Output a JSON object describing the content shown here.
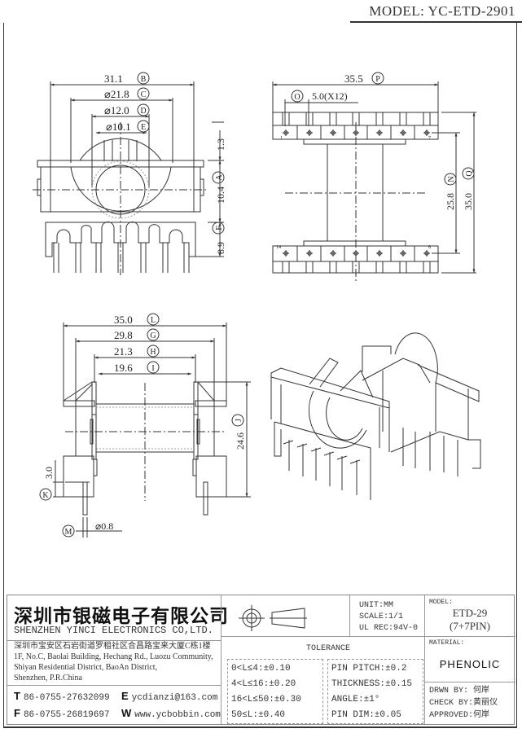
{
  "header": {
    "model_title": "MODEL: YC-ETD-2901"
  },
  "views": {
    "front": {
      "dims": [
        {
          "value": "31.1",
          "label": "B"
        },
        {
          "value": "⌀21.8",
          "label": "C"
        },
        {
          "value": "⌀12.0",
          "label": "D"
        },
        {
          "value": "⌀10.1",
          "label": "E"
        },
        {
          "value": "1.3",
          "label": ""
        },
        {
          "value": "10.4",
          "label": "A"
        },
        {
          "value": "8.9",
          "label": "F"
        }
      ]
    },
    "top": {
      "dims": [
        {
          "value": "35.5",
          "label": "P"
        },
        {
          "value": "5.0(X12)",
          "label": "O"
        },
        {
          "value": "25.8",
          "label": "N"
        },
        {
          "value": "35.0",
          "label": "Q"
        }
      ],
      "pin_numbers": {
        "top_left": "1",
        "top_right": "7",
        "bottom_left": "14",
        "bottom_right": "8"
      }
    },
    "side": {
      "dims": [
        {
          "value": "35.0",
          "label": "L"
        },
        {
          "value": "29.8",
          "label": "G"
        },
        {
          "value": "21.3",
          "label": "H"
        },
        {
          "value": "19.6",
          "label": "I"
        },
        {
          "value": "24.6",
          "label": "J"
        },
        {
          "value": "3.0",
          "label": "K"
        },
        {
          "value": "⌀0.8",
          "label": "M"
        }
      ]
    },
    "iso": {
      "name": "isometric-view"
    }
  },
  "title_block": {
    "company_cn": "深圳市银磁电子有限公司",
    "company_en": "SHENZHEN YINCI ELECTRONICS CO,LTD.",
    "address": [
      "深圳市宝安区石岩街道罗租社区合昌路宝来大厦C栋1楼",
      "1F, No.C, Baolai Building, Hechang Rd., Luozu Community,",
      "Shiyan Residential District, BaoAn District,",
      "Shenzhen, P.R.China"
    ],
    "contacts": {
      "tel_label": "T",
      "tel": "86-0755-27632099",
      "fax_label": "F",
      "fax": "86-0755-26819697",
      "email_label": "E",
      "email": "ycdianzi@163.com",
      "web_label": "W",
      "web": "www.ycbobbin.com"
    },
    "unit": "UNIT:MM",
    "scale": "SCALE:1/1",
    "ul_rec": "UL REC:94V-0",
    "tolerance_title": "TOLERANCE",
    "tolerance_length": [
      "0<L≤4:±0.10",
      "4<L≤16:±0.20",
      "16<L≤50:±0.30",
      "50≤L:±0.40"
    ],
    "tolerance_other": [
      "PIN PITCH:±0.2",
      "THICKNESS:±0.15",
      "ANGLE:±1°",
      "PIN DIM:±0.05"
    ],
    "model_label": "MODEL:",
    "model_value": "ETD-29",
    "model_pins": "(7+7PIN)",
    "material_label": "MATERIAL:",
    "material_value": "PHENOLIC",
    "drawn_by": "DRWN BY: 何岸",
    "check_by": "CHECK BY:黄丽仪",
    "approved": "APPROVED:何岸"
  }
}
